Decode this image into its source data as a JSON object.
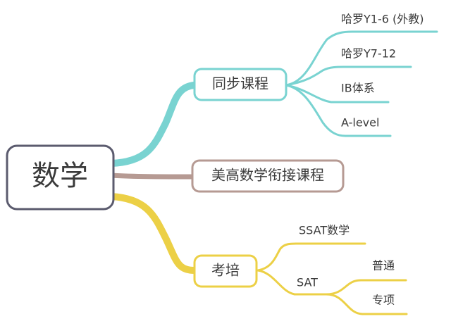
{
  "root": {
    "label": "数学",
    "color": "#5b5b6e"
  },
  "branches": [
    {
      "label": "同步课程",
      "color": "#79d3d1",
      "children": [
        {
          "label": "哈罗Y1-6 (外教)"
        },
        {
          "label": "哈罗Y7-12"
        },
        {
          "label": "IB体系"
        },
        {
          "label": "A-level"
        }
      ]
    },
    {
      "label": "美高数学衔接课程",
      "color": "#b69a93",
      "children": []
    },
    {
      "label": "考培",
      "color": "#ecd046",
      "children": [
        {
          "label": "SSAT数学",
          "children": []
        },
        {
          "label": "SAT",
          "children": [
            {
              "label": "普通"
            },
            {
              "label": "专项"
            }
          ]
        }
      ]
    }
  ]
}
